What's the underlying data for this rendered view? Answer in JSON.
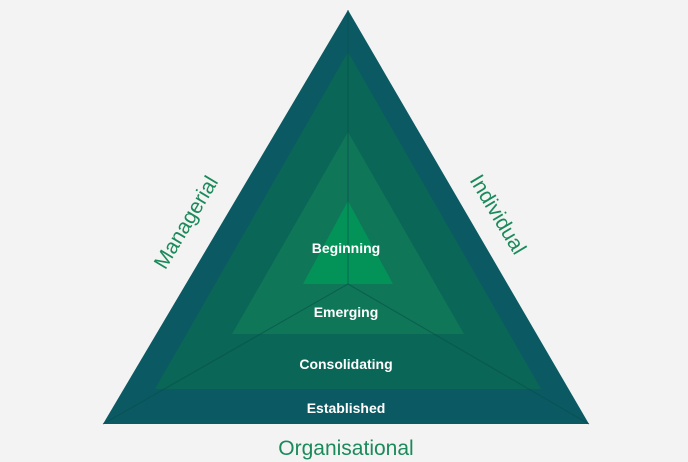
{
  "colors": {
    "background": "#f3f3f3",
    "side_text": "#1b8a5a",
    "level_outer": "#0b5a63",
    "level_2": "#0a6656",
    "level_3": "#0f7758",
    "level_inner": "#039358",
    "divider_line": "#0a4f4c"
  },
  "levels": [
    {
      "label": "Established"
    },
    {
      "label": "Consolidating"
    },
    {
      "label": "Emerging"
    },
    {
      "label": "Beginning"
    }
  ],
  "axes": {
    "left": "Managerial",
    "right": "Individual",
    "bottom": "Organisational"
  }
}
